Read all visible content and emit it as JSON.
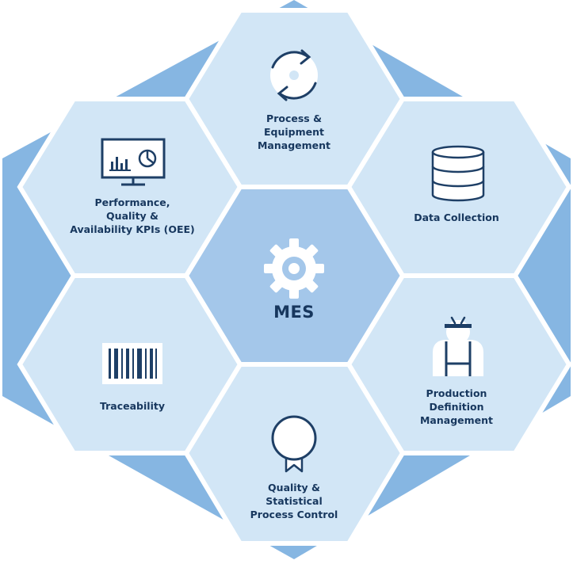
{
  "center": {
    "label": "MES",
    "icon": "gear-icon"
  },
  "modules": [
    {
      "id": "process",
      "label": "Process &\nEquipment\nManagement",
      "icon": "cycle-arrows-icon"
    },
    {
      "id": "data",
      "label": "Data Collection",
      "icon": "database-icon"
    },
    {
      "id": "production",
      "label": "Production\nDefinition\nManagement",
      "icon": "worker-icon"
    },
    {
      "id": "quality",
      "label": "Quality &\nStatistical\nProcess Control",
      "icon": "medal-icon"
    },
    {
      "id": "traceability",
      "label": "Traceability",
      "icon": "barcode-icon"
    },
    {
      "id": "performance",
      "label": "Performance,\nQuality &\nAvailability KPIs (OEE)",
      "icon": "monitor-chart-icon"
    }
  ],
  "colors": {
    "outer": "#86b6e2",
    "module": "#d2e6f6",
    "center": "#a4c7ea",
    "border": "#ffffff",
    "text": "#17375e",
    "icon_stroke": "#1e3f66"
  }
}
